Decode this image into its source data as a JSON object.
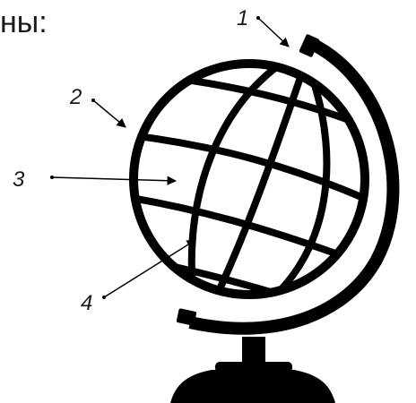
{
  "caption_fragment": "ны:",
  "labels": [
    {
      "id": "1",
      "text": "1"
    },
    {
      "id": "2",
      "text": "2"
    },
    {
      "id": "3",
      "text": "3"
    },
    {
      "id": "4",
      "text": "4"
    }
  ],
  "colors": {
    "ink": "#000000",
    "background": "#ffffff"
  }
}
